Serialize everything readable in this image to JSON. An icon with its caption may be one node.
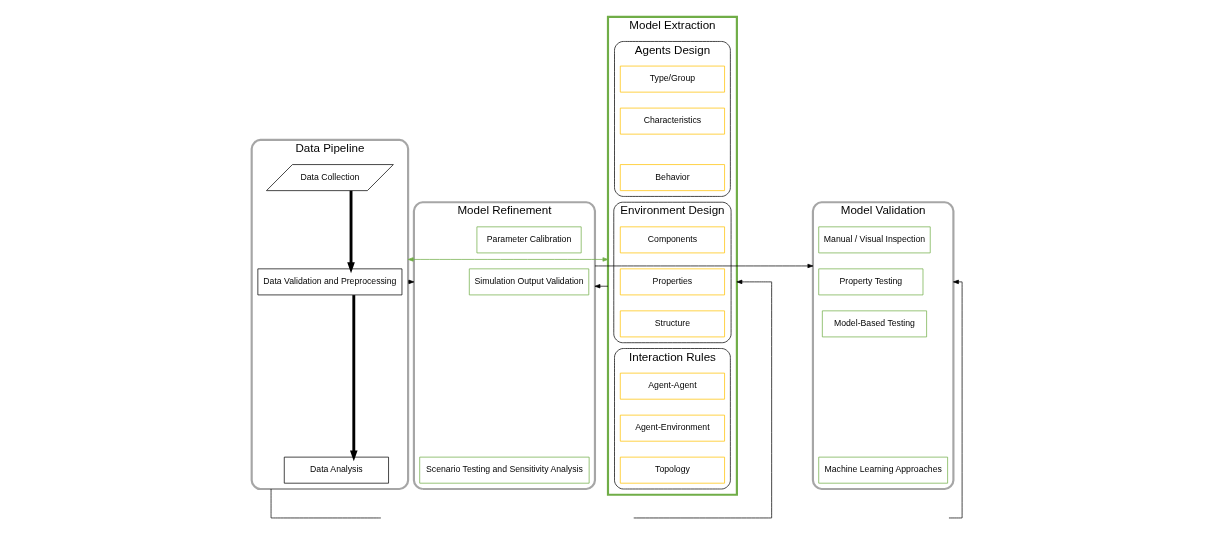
{
  "diagram": {
    "nodes": [
      {
        "text": [
          "Data Pipeline"
        ]
      },
      {
        "text": [
          "Data Collection"
        ],
        "in": 0
      },
      {
        "text": [
          "Data Validation and Preprocessing"
        ],
        "in": 0
      },
      {
        "text": [
          "Data Analysis"
        ],
        "in": 0
      },
      {
        "text": [
          "Model Extraction"
        ]
      },
      {
        "text": [
          "Agents Design"
        ],
        "in": 4
      },
      {
        "text": [
          "Type/Group"
        ],
        "in": 5
      },
      {
        "text": [
          "Characteristics"
        ],
        "in": 5
      },
      {
        "text": [
          "Behavior"
        ],
        "in": 5
      },
      {
        "text": [
          "Environment Design"
        ],
        "in": 4
      },
      {
        "text": [
          "Components"
        ],
        "in": 9
      },
      {
        "text": [
          "Properties"
        ],
        "in": 9
      },
      {
        "text": [
          "Structure"
        ],
        "in": 9
      },
      {
        "text": [
          "Interaction Rules"
        ],
        "in": 4
      },
      {
        "text": [
          "Agent-Agent"
        ],
        "in": 13
      },
      {
        "text": [
          "Agent-Environment"
        ],
        "in": 13
      },
      {
        "text": [
          "Topology"
        ],
        "in": 13
      },
      {
        "text": [
          "Model Refinement"
        ]
      },
      {
        "text": [
          "Parameter Calibration"
        ],
        "in": 17
      },
      {
        "text": [
          "Simulation Output Validation"
        ],
        "in": 17
      },
      {
        "text": [
          "Scenario Testing and Sensitivity Analysis"
        ],
        "in": 17
      },
      {
        "text": [
          "Model Validation"
        ]
      },
      {
        "text": [
          "Manual / Visual Inspection"
        ],
        "in": 21
      },
      {
        "text": [
          "Property Testing"
        ],
        "in": 21
      },
      {
        "text": [
          "Model-Based Testing"
        ],
        "in": 21
      },
      {
        "text": [
          "Machine Learning Approaches"
        ],
        "in": 21
      }
    ],
    "edges": [
      {
        "from": 1,
        "to": 2,
        "arrow": "to",
        "style": "thick"
      },
      {
        "from": 2,
        "to": 3,
        "arrow": "to",
        "style": "thick"
      },
      {
        "from": 0,
        "to": 4,
        "arrow": "both",
        "color": "#70ad47"
      },
      {
        "from": 4,
        "to": 17,
        "arrow": "to"
      },
      {
        "from": 17,
        "to": 21,
        "arrow": "to"
      },
      {
        "from": 0,
        "to": 17,
        "arrow": "to"
      },
      {
        "from": 0,
        "to": null,
        "arrow": "none"
      },
      {
        "from": null,
        "to": 21,
        "arrow": "to"
      },
      {
        "from": null,
        "to": 4,
        "arrow": "to"
      }
    ]
  }
}
